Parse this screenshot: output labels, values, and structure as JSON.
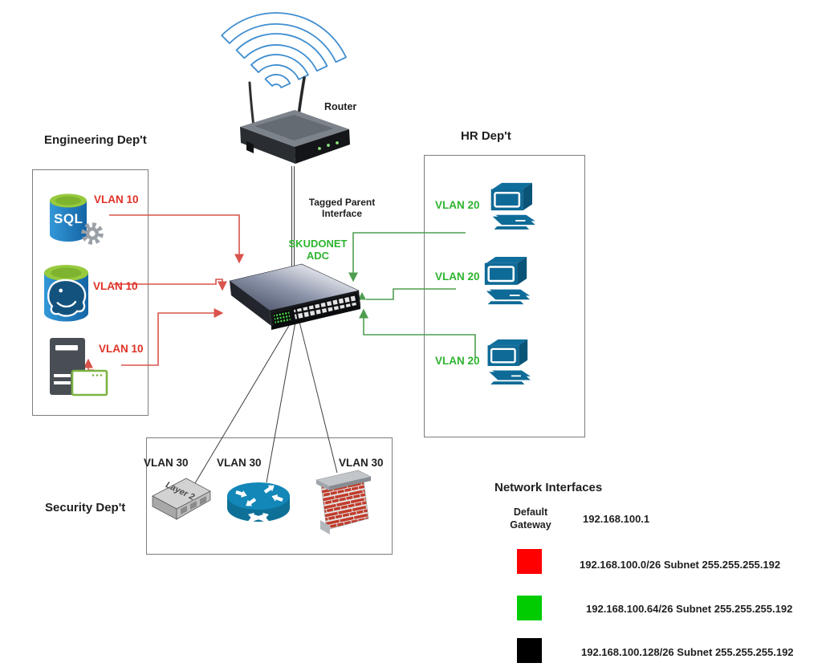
{
  "diagram": {
    "router_label": "Router",
    "tagged_parent_label": "Tagged Parent Interface",
    "adc_label": "SKUDONET ADC",
    "sql_label": "SQL",
    "layer2_label": "Layer 2",
    "departments": {
      "engineering": {
        "title": "Engineering Dep't",
        "vlans": [
          "VLAN 10",
          "VLAN 10",
          "VLAN 10"
        ]
      },
      "hr": {
        "title": "HR Dep't",
        "vlans": [
          "VLAN 20",
          "VLAN 20",
          "VLAN 20"
        ]
      },
      "security": {
        "title": "Security Dep't",
        "vlans": [
          "VLAN 30",
          "VLAN 30",
          "VLAN 30"
        ]
      }
    },
    "colors": {
      "vlan10_red": "#e03126",
      "vlan20_green": "#2eb42e",
      "line_red": "#d9544d",
      "line_green": "#4e9e50",
      "wifi_blue": "#3f8ed0"
    }
  },
  "legend": {
    "title": "Network Interfaces",
    "gateway": {
      "label": "Default Gateway",
      "ip": "192.168.100.1"
    },
    "entries": [
      {
        "color": "#ff0000",
        "text": "192.168.100.0/26 Subnet 255.255.255.192"
      },
      {
        "color": "#00cc00",
        "text": "192.168.100.64/26 Subnet 255.255.255.192"
      },
      {
        "color": "#000000",
        "text": "192.168.100.128/26 Subnet 255.255.255.192"
      }
    ]
  }
}
